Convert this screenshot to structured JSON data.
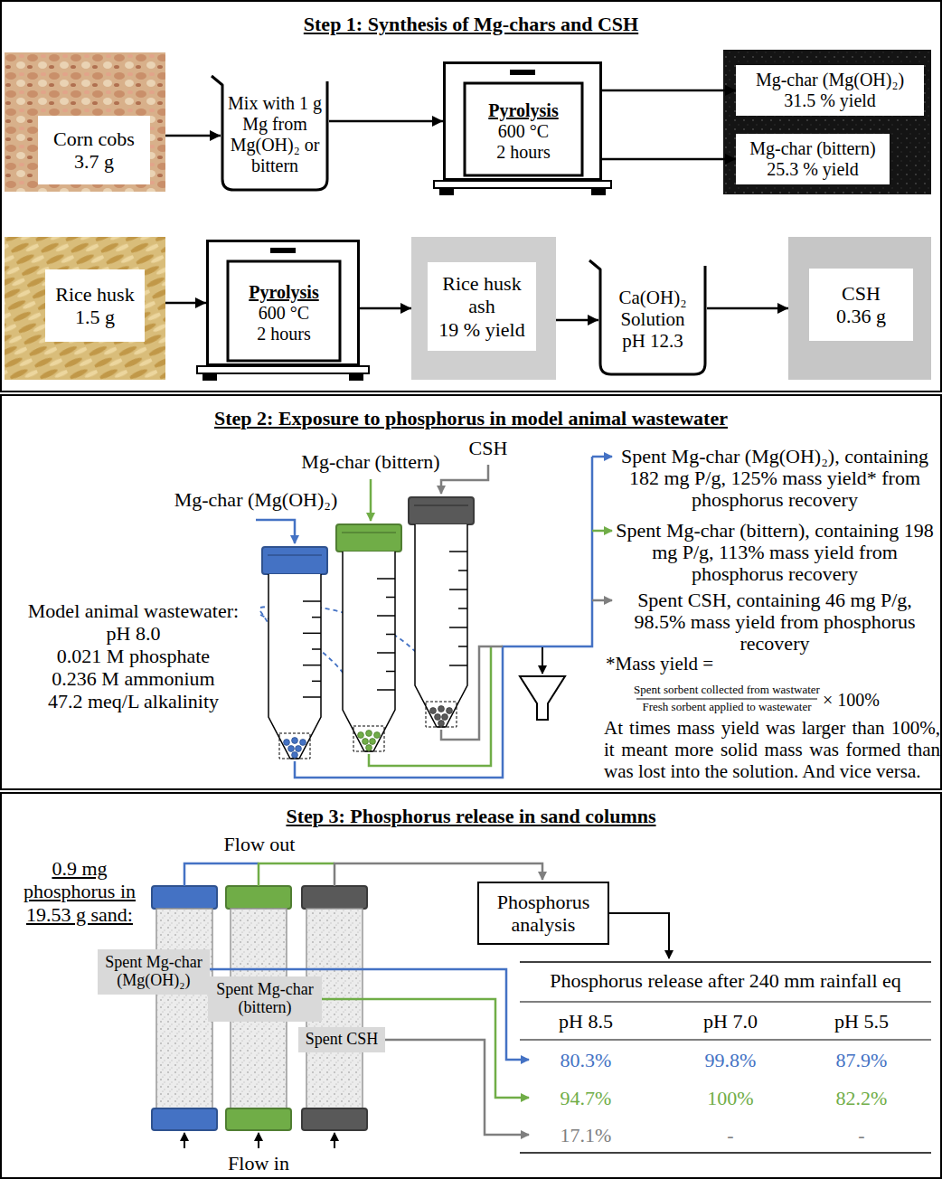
{
  "diagram": {
    "nodes": [
      {
        "text": [
          "Step 1: Synthesis of Mg-chars and CSH"
        ]
      },
      {
        "text": [
          "Corn cobs",
          "3.7 g"
        ],
        "in": 0
      },
      {
        "text": [
          "Mix with 1 g Mg from Mg(OH)₂ or bittern"
        ],
        "in": 0
      },
      {
        "text": [
          "Pyrolysis",
          "600 °C",
          "2 hours"
        ],
        "in": 0
      },
      {
        "text": [
          "Mg-char (Mg(OH)₂)",
          "31.5 % yield"
        ],
        "in": 0
      },
      {
        "text": [
          "Mg-char (bittern)",
          "25.3 % yield"
        ],
        "in": 0
      },
      {
        "text": [
          "Rice husk",
          "1.5 g"
        ],
        "in": 0
      },
      {
        "text": [
          "Pyrolysis",
          "600 °C",
          "2 hours"
        ],
        "in": 0
      },
      {
        "text": [
          "Rice husk ash",
          "19 % yield"
        ],
        "in": 0
      },
      {
        "text": [
          "Ca(OH)₂ Solution",
          "pH 12.3"
        ],
        "in": 0
      },
      {
        "text": [
          "CSH",
          "0.36 g"
        ],
        "in": 0
      },
      {
        "text": [
          "Step 2: Exposure to phosphorus in model animal wastewater"
        ]
      },
      {
        "text": [
          "Mg-char (Mg(OH)₂)"
        ],
        "in": 11
      },
      {
        "text": [
          "Mg-char (bittern)"
        ],
        "in": 11
      },
      {
        "text": [
          "CSH"
        ],
        "in": 11
      },
      {
        "text": [
          "Step 3: Phosphorus release in sand columns"
        ]
      },
      {
        "text": [
          "Spent Mg-char (Mg(OH)₂)"
        ],
        "in": 15
      },
      {
        "text": [
          "Spent Mg-char (bittern)"
        ],
        "in": 15
      },
      {
        "text": [
          "Spent CSH"
        ],
        "in": 15
      },
      {
        "text": [
          "Phosphorus analysis"
        ],
        "in": 15
      }
    ],
    "edges": [
      {
        "from": 1,
        "to": 2,
        "arrow": "to"
      },
      {
        "from": 2,
        "to": 3,
        "arrow": "to"
      },
      {
        "from": 3,
        "to": 4,
        "arrow": "to"
      },
      {
        "from": 3,
        "to": 5,
        "arrow": "to"
      },
      {
        "from": 6,
        "to": 7,
        "arrow": "to"
      },
      {
        "from": 7,
        "to": 8,
        "arrow": "to"
      },
      {
        "from": 8,
        "to": 9,
        "arrow": "to"
      },
      {
        "from": 9,
        "to": 10,
        "arrow": "to"
      }
    ],
    "labels": [
      "Model animal wastewater:",
      "pH 8.0",
      "0.021 M phosphate",
      "0.236 M ammonium",
      "47.2 meq/L alkalinity",
      "Spent Mg-char (Mg(OH)₂), containing 182 mg P/g, 125% mass yield* from phosphorus recovery",
      "Spent Mg-char (bittern), containing 198 mg P/g, 113% mass yield from phosphorus recovery",
      "Spent CSH, containing 46 mg P/g, 98.5% mass yield from phosphorus recovery",
      "*Mass yield =",
      "Spent sorbent collected from wastwater",
      "Fresh sorbent applied to wastewater",
      "× 100%",
      "At times mass yield was larger than 100%, it meant more solid mass was formed than was lost into the solution. And vice versa.",
      "0.9 mg phosphorus in 19.53 g sand:",
      "Flow out",
      "Flow in",
      "Phosphorus release after 240 mm rainfall eq",
      "pH 8.5",
      "pH 7.0",
      "pH 5.5",
      "80.3%",
      "99.8%",
      "87.9%",
      "94.7%",
      "100%",
      "82.2%",
      "17.1%",
      "-",
      "-"
    ]
  }
}
